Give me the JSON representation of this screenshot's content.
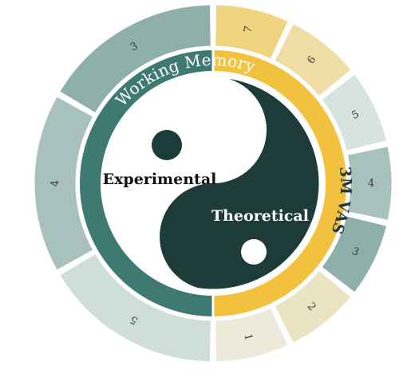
{
  "diagram": {
    "left_ring_label": "Working Memory",
    "right_ring_label": "3M VAS",
    "yin_label": "Experimental",
    "yang_label": "Theoretical",
    "left_segments": [
      "5",
      "4",
      "3"
    ],
    "right_segments": [
      "7",
      "6",
      "5",
      "4",
      "3",
      "2",
      "1"
    ],
    "colors": {
      "left_ring": "#3f7a72",
      "right_ring": "#f2c23e",
      "yin_dark": "#1d3b38",
      "yin_light": "#ffffff",
      "left_segments": [
        "#cfdedb",
        "#a9c1bc",
        "#8fb0aa"
      ],
      "right_segments": [
        "#f0d37e",
        "#f0dda5",
        "#d6e3e1",
        "#a9c1bc",
        "#8fb0aa",
        "#ebe4c2",
        "#eeeadb"
      ]
    }
  }
}
